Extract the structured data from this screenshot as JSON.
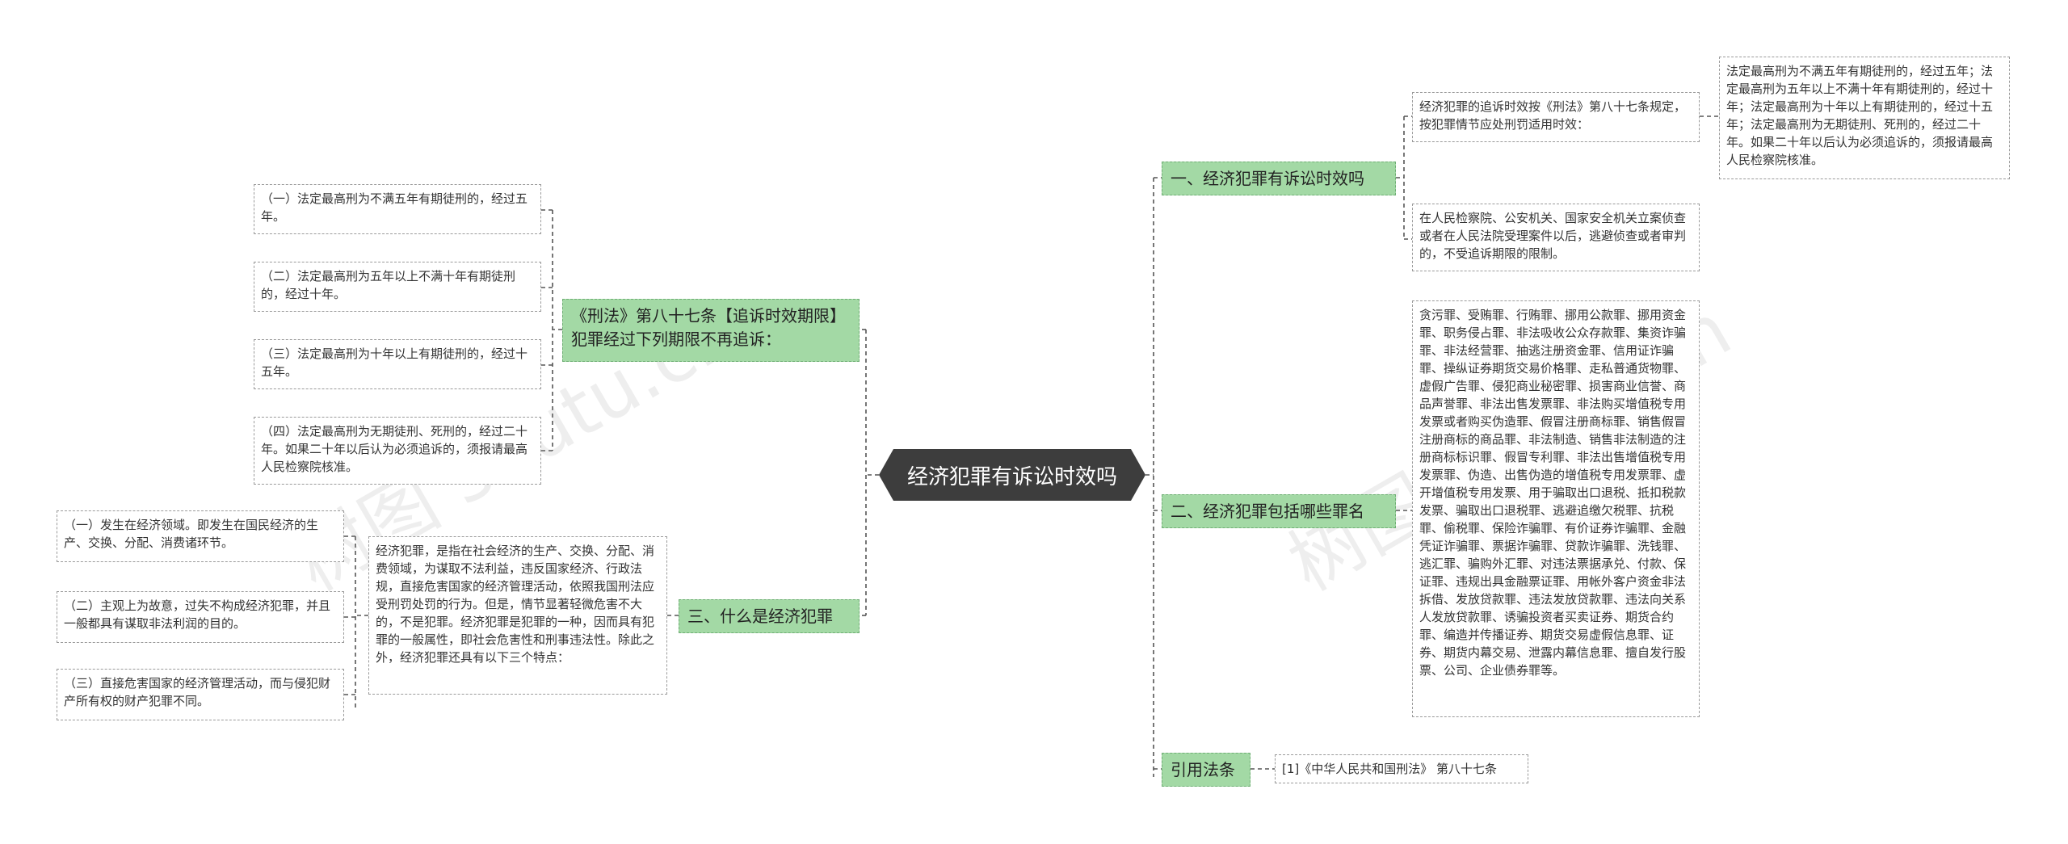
{
  "root": {
    "label": "经济犯罪有诉讼时效吗"
  },
  "branches": {
    "b1": {
      "label": "一、经济犯罪有诉讼时效吗"
    },
    "b2": {
      "label": "二、经济犯罪包括哪些罪名"
    },
    "b3": {
      "label": "引用法条"
    },
    "b4": {
      "label": "《刑法》第八十七条【追诉时效期限】犯罪经过下列期限不再追诉："
    },
    "b5": {
      "label": "三、什么是经济犯罪"
    }
  },
  "leaves": {
    "b1_intro": "经济犯罪的追诉时效按《刑法》第八十七条规定，按犯罪情节应处刑罚适用时效：",
    "b1_detail": "法定最高刑为不满五年有期徒刑的，经过五年；法定最高刑为五年以上不满十年有期徒刑的，经过十年；法定最高刑为十年以上有期徒刑的，经过十五年；法定最高刑为无期徒刑、死刑的，经过二十年。如果二十年以后认为必须追诉的，须报请最高人民检察院核准。",
    "b1_note": "在人民检察院、公安机关、国家安全机关立案侦查或者在人民法院受理案件以后，逃避侦查或者审判的，不受追诉期限的限制。",
    "b2_list": "贪污罪、受贿罪、行贿罪、挪用公款罪、挪用资金罪、职务侵占罪、非法吸收公众存款罪、集资诈骗罪、非法经营罪、抽逃注册资金罪、信用证诈骗罪、操纵证券期货交易价格罪、走私普通货物罪、虚假广告罪、侵犯商业秘密罪、损害商业信誉、商品声誉罪、非法出售发票罪、非法购买增值税专用发票或者购买伪造罪、假冒注册商标罪、销售假冒注册商标的商品罪、非法制造、销售非法制造的注册商标标识罪、假冒专利罪、非法出售增值税专用发票罪、伪造、出售伪造的增值税专用发票罪、虚开增值税专用发票、用于骗取出口退税、抵扣税款发票、骗取出口退税罪、逃避追缴欠税罪、抗税罪、偷税罪、保险诈骗罪、有价证券诈骗罪、金融凭证诈骗罪、票据诈骗罪、贷款诈骗罪、洗钱罪、逃汇罪、骗购外汇罪、对违法票据承兑、付款、保证罪、违规出具金融票证罪、用帐外客户资金非法拆借、发放贷款罪、违法发放贷款罪、违法向关系人发放贷款罪、诱骗投资者买卖证券、期货合约罪、编造并传播证券、期货交易虚假信息罪、证券、期货内幕交易、泄露内幕信息罪、擅自发行股票、公司、企业债券罪等。",
    "b3_law": "[1]《中华人民共和国刑法》 第八十七条",
    "b4_1": "（一）法定最高刑为不满五年有期徒刑的，经过五年。",
    "b4_2": "（二）法定最高刑为五年以上不满十年有期徒刑的，经过十年。",
    "b4_3": "（三）法定最高刑为十年以上有期徒刑的，经过十五年。",
    "b4_4": "（四）法定最高刑为无期徒刑、死刑的，经过二十年。如果二十年以后认为必须追诉的，须报请最高人民检察院核准。",
    "b5_def": "经济犯罪，是指在社会经济的生产、交换、分配、消费领域，为谋取不法利益，违反国家经济、行政法规，直接危害国家的经济管理活动，依照我国刑法应受刑罚处罚的行为。但是，情节显著轻微危害不大的，不是犯罪。经济犯罪是犯罪的一种，因而具有犯罪的一般属性，即社会危害性和刑事违法性。除此之外，经济犯罪还具有以下三个特点：",
    "b5_1": "（一）发生在经济领域。即发生在国民经济的生产、交换、分配、消费诸环节。",
    "b5_2": "（二）主观上为故意，过失不构成经济犯罪，并且一般都具有谋取非法利润的目的。",
    "b5_3": "（三）直接危害国家的经济管理活动，而与侵犯财产所有权的财产犯罪不同。"
  },
  "watermarks": [
    "树图 shutu.cn",
    "树图 shutu.cn"
  ],
  "colors": {
    "root_bg": "#3d3d3d",
    "branch_bg": "#a3d9a5",
    "branch_border": "#6fae74",
    "line": "#555555",
    "leaf_border": "#9a9a9a"
  }
}
